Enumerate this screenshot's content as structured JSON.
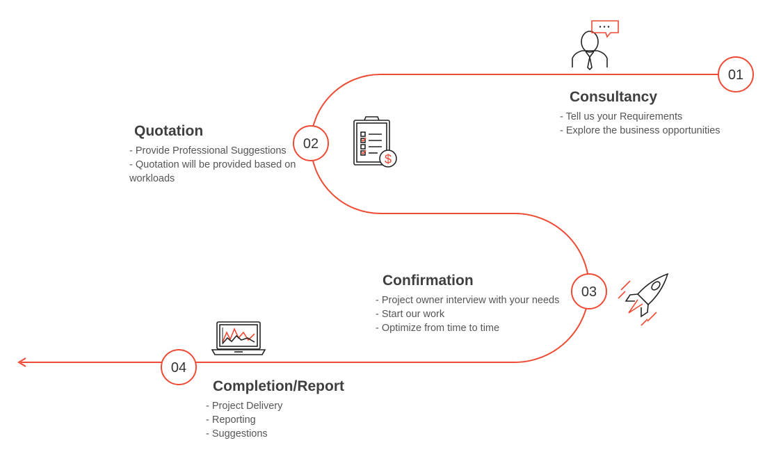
{
  "colors": {
    "accent": "#ef4a33",
    "icon_stroke": "#222222",
    "title_text": "#3f3f3f",
    "body_text": "#555555"
  },
  "steps": [
    {
      "number": "01",
      "title": "Consultancy",
      "icon": "consultant-speech-icon",
      "items": [
        "- Tell us your Requirements",
        "- Explore the business opportunities"
      ]
    },
    {
      "number": "02",
      "title": "Quotation",
      "icon": "clipboard-dollar-icon",
      "items": [
        "- Provide Professional Suggestions",
        "- Quotation will be provided based on workloads"
      ]
    },
    {
      "number": "03",
      "title": "Confirmation",
      "icon": "rocket-icon",
      "items": [
        "- Project owner interview with your needs",
        "- Start our work",
        "- Optimize from time to time"
      ]
    },
    {
      "number": "04",
      "title": "Completion/Report",
      "icon": "laptop-chart-icon",
      "items": [
        "- Project Delivery",
        "- Reporting",
        "- Suggestions"
      ]
    }
  ]
}
